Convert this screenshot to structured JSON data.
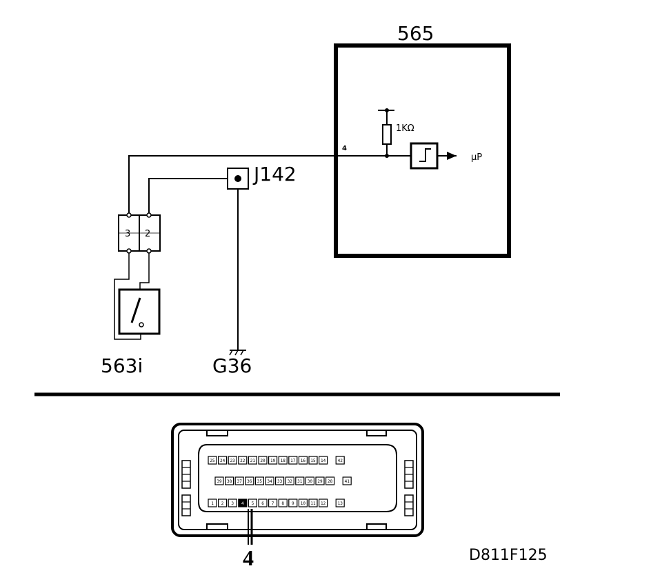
{
  "ecu": {
    "label": "565",
    "pin_label": "4",
    "resistor_label": "1KΩ",
    "output_label": "µP"
  },
  "connector": {
    "pins": [
      "3",
      "2"
    ]
  },
  "junction": {
    "label": "J142"
  },
  "switch": {
    "label": "563i"
  },
  "ground": {
    "label": "G36"
  },
  "ecu_connector": {
    "rows": [
      [
        "25",
        "24",
        "23",
        "22",
        "21",
        "20",
        "19",
        "18",
        "17",
        "16",
        "15",
        "14",
        "42"
      ],
      [
        "39",
        "38",
        "37",
        "36",
        "35",
        "34",
        "33",
        "32",
        "31",
        "30",
        "29",
        "28",
        "41"
      ],
      [
        "1",
        "2",
        "3",
        "4",
        "5",
        "6",
        "7",
        "8",
        "9",
        "10",
        "11",
        "12",
        "13"
      ]
    ],
    "callout_pin": "4"
  },
  "diagram_code": "D811F125"
}
